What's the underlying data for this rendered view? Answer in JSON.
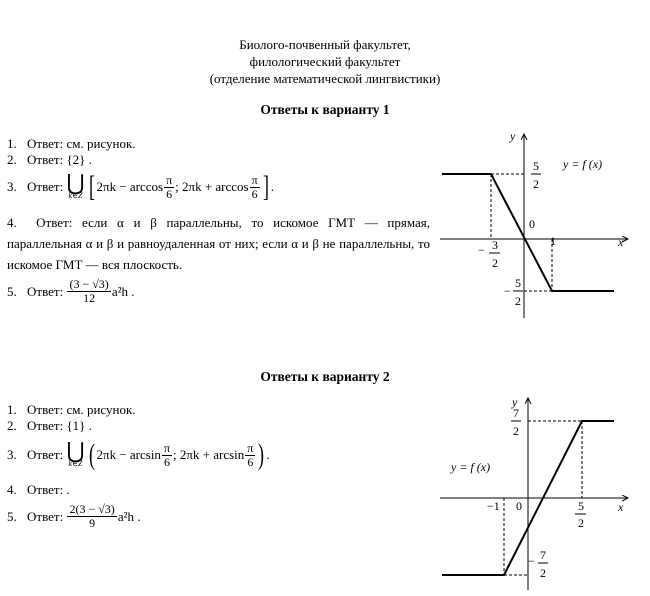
{
  "header": {
    "line1": "Биолого-почвенный факультет,",
    "line2": "филологический факультет",
    "line3": "(отделение математической лингвистики)"
  },
  "variant1": {
    "title": "Ответы к варианту 1",
    "a1_num": "1.",
    "a1_text": "Ответ: см. рисунок.",
    "a2_num": "2.",
    "a2_text": "Ответ: {2} .",
    "a3_num": "3.",
    "a3_label": "Ответ:",
    "a3_union_sub": "k∈Z",
    "a3_part1": "2πk − arccos",
    "a3_part2": "; 2πk + arccos",
    "frac_pi": "π",
    "frac_6": "6",
    "a4_num": "4.",
    "a4_text": "Ответ: если α и β параллельны, то искомое ГМТ — прямая, параллельная α и β и равноудаленная от них; если α и β не параллельны, то искомое ГМТ — вся плоскость.",
    "a5_num": "5.",
    "a5_label": "Ответ:",
    "a5_numer": "(3 − √3)",
    "a5_denom": "12",
    "a5_tail": "a²h ."
  },
  "graph1": {
    "y_axis": "y",
    "x_axis": "x",
    "origin": "0",
    "func_label": "y = f (x)",
    "y_top_num": "5",
    "y_top_den": "2",
    "y_bot_sign": "−",
    "y_bot_num": "5",
    "y_bot_den": "2",
    "x_left_sign": "−",
    "x_left_num": "3",
    "x_left_den": "2",
    "x_right": "1"
  },
  "variant2": {
    "title": "Ответы к варианту 2",
    "a1_num": "1.",
    "a1_text": "Ответ: см. рисунок.",
    "a2_num": "2.",
    "a2_text": "Ответ: {1} .",
    "a3_num": "3.",
    "a3_label": "Ответ:",
    "a3_union_sub": "k∈Z",
    "a3_part1": "2πk − arcsin",
    "a3_part2": "; 2πk + arcsin",
    "frac_pi": "π",
    "frac_6": "6",
    "a4_num": "4.",
    "a4_text": "Ответ: .",
    "a5_num": "5.",
    "a5_label": "Ответ:",
    "a5_numer": "2(3 − √3)",
    "a5_denom": "9",
    "a5_tail": "a²h ."
  },
  "graph2": {
    "y_axis": "y",
    "x_axis": "x",
    "origin": "0",
    "func_label": "y = f (x)",
    "y_top_num": "7",
    "y_top_den": "2",
    "y_bot_sign": "−",
    "y_bot_num": "7",
    "y_bot_den": "2",
    "x_left": "−1",
    "x_right_num": "5",
    "x_right_den": "2"
  }
}
